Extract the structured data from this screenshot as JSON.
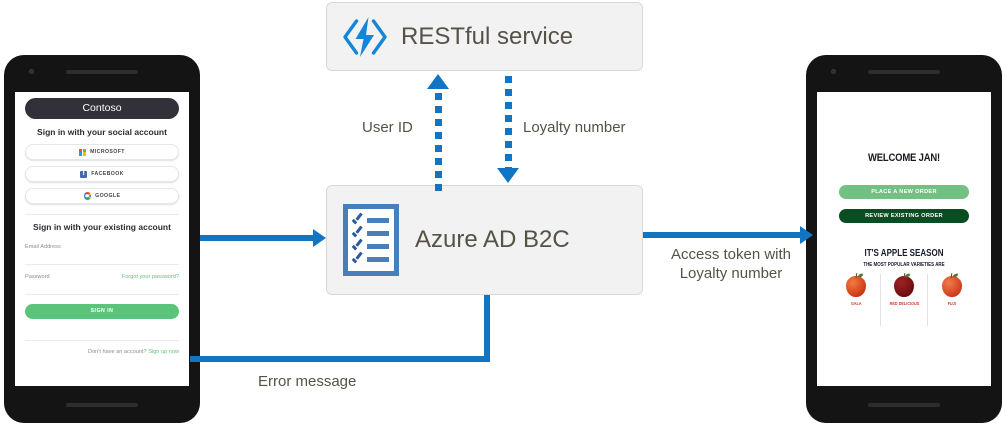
{
  "diagram": {
    "title": "Azure AD B2C RESTful service integration flow",
    "colors": {
      "arrow_blue": "#1275C4",
      "box_fill": "#f2f2f2",
      "box_border": "#d8d8d8",
      "label_text": "#565248",
      "azure_icon_blue": "#4a7ebb",
      "functions_icon_blue": "#1486d8"
    },
    "nodes": [
      {
        "id": "rest",
        "label": "RESTful service",
        "icon": "azure-functions-icon"
      },
      {
        "id": "b2c",
        "label": "Azure AD B2C",
        "icon": "checklist-policy-icon"
      }
    ],
    "connectors": [
      {
        "id": "signin",
        "label": "",
        "style": "solid",
        "direction": "right",
        "from": "mobile-signin-app",
        "to": "b2c"
      },
      {
        "id": "userid",
        "label": "User ID",
        "style": "dotted",
        "direction": "up",
        "from": "b2c",
        "to": "rest"
      },
      {
        "id": "loyalty",
        "label": "Loyalty number",
        "style": "dotted",
        "direction": "down",
        "from": "rest",
        "to": "b2c"
      },
      {
        "id": "token",
        "label": "Access token with\nLoyalty number",
        "label_line1": "Access token with",
        "label_line2": "Loyalty number",
        "style": "solid",
        "direction": "right",
        "from": "b2c",
        "to": "mobile-app"
      },
      {
        "id": "error",
        "label": "Error message",
        "style": "solid",
        "direction": "left",
        "from": "b2c",
        "to": "mobile-signin-app"
      }
    ]
  },
  "phone_left": {
    "name": "sign-in-phone",
    "brand": "Contoso",
    "social_section_title": "Sign in with your social account",
    "social_buttons": [
      {
        "label": "MICROSOFT",
        "icon": "microsoft-logo-icon"
      },
      {
        "label": "FACEBOOK",
        "icon": "facebook-logo-icon"
      },
      {
        "label": "GOOGLE",
        "icon": "google-logo-icon"
      }
    ],
    "local_section_title": "Sign in with your existing account",
    "email_label": "Email Address",
    "email_value": "",
    "password_label": "Password",
    "password_value": "",
    "forgot_link": "Forgot your password?",
    "signin_button": "SIGN IN",
    "signup_prompt": "Don't have an account?",
    "signup_link": "Sign up now"
  },
  "phone_right": {
    "name": "loyalty-app-phone",
    "welcome": "WELCOME JAN!",
    "primary_button": "PLACE A NEW ORDER",
    "secondary_button": "REVIEW EXISTING  ORDER",
    "primary_button_color": "#72C183",
    "secondary_button_color": "#0B4D22",
    "promo_title": "IT'S APPLE SEASON",
    "promo_subtitle": "THE MOST POPULAR VARIETIES ARE",
    "apples": [
      {
        "name": "GALA",
        "color": "#D9461E"
      },
      {
        "name": "RED DELICIOUS",
        "color": "#7B1215"
      },
      {
        "name": "FUJI",
        "color": "#D94A28"
      }
    ]
  }
}
